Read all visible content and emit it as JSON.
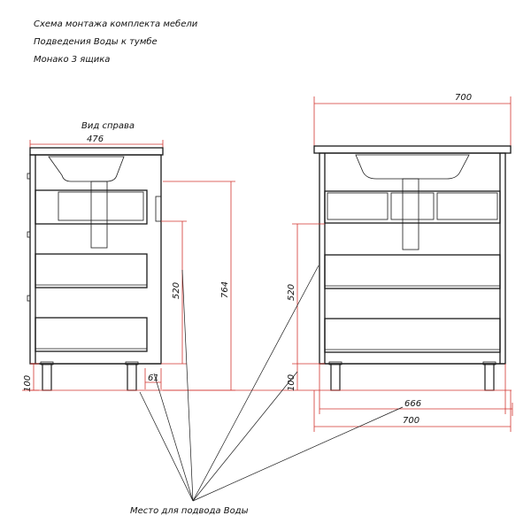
{
  "header": {
    "line1": "Схема монтажа комплекта мебели",
    "line2": "Подведения Воды к тумбе",
    "line3": "Монако 3 ящика"
  },
  "side_view": {
    "title": "Вид справа",
    "dim_width": "476",
    "dim_total_height": "764",
    "dim_inlet_height": "520",
    "dim_legs": "100",
    "dim_offset": "61"
  },
  "front_view": {
    "dim_top_width": "700",
    "dim_inlet_height": "520",
    "dim_legs": "100",
    "dim_inner_width": "666",
    "dim_bottom_width": "700"
  },
  "callout": {
    "label": "Место для подвода Воды"
  },
  "colors": {
    "dimension": "#d2352f",
    "outline": "#1a1a1a"
  }
}
